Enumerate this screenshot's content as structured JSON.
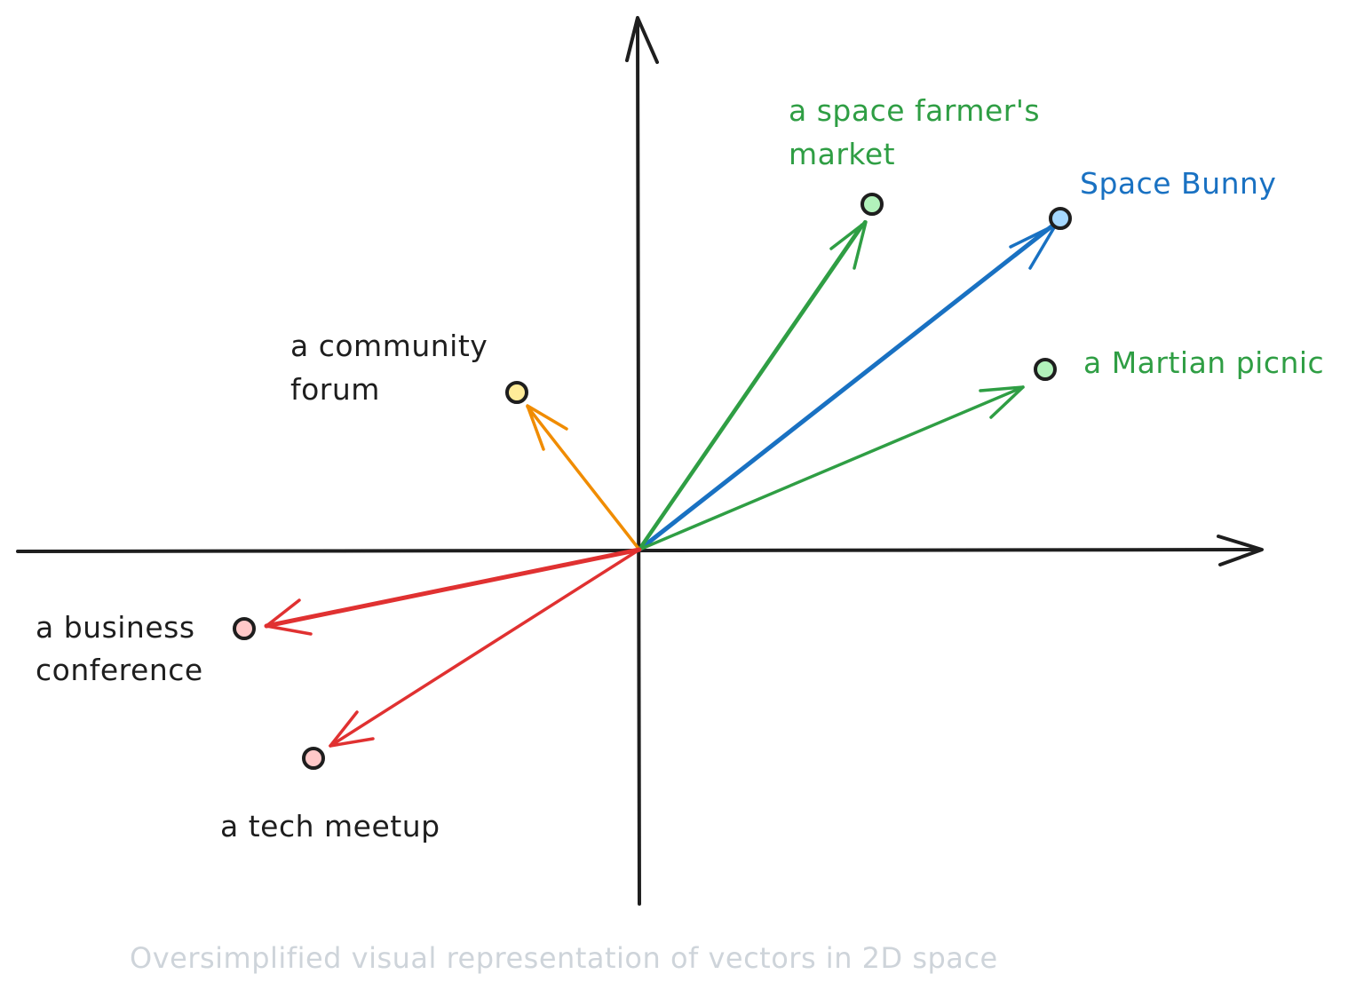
{
  "caption": "Oversimplified visual representation of vectors in 2D space",
  "colors": {
    "axis": "#1e1e1e",
    "blue": "#1971c2",
    "green": "#2f9e44",
    "orange": "#f08c00",
    "red": "#e03131",
    "black_text": "#1e1e1e",
    "caption": "#ced4da",
    "blue_fill": "#a5d8ff",
    "green_fill": "#b2f2bb",
    "yellow_fill": "#ffec99",
    "red_fill": "#ffc9c9"
  },
  "vectors": [
    {
      "id": "space-bunny",
      "label_lines": [
        "Space Bunny"
      ],
      "color": "blue",
      "fill": "blue_fill"
    },
    {
      "id": "space-farmers-market",
      "label_lines": [
        "a space farmer's",
        "market"
      ],
      "color": "green",
      "fill": "green_fill"
    },
    {
      "id": "martian-picnic",
      "label_lines": [
        "a Martian picnic"
      ],
      "color": "green",
      "fill": "green_fill"
    },
    {
      "id": "community-forum",
      "label_lines": [
        "a community",
        "forum"
      ],
      "color": "orange",
      "fill": "yellow_fill"
    },
    {
      "id": "business-conference",
      "label_lines": [
        "a business",
        "conference"
      ],
      "color": "red",
      "fill": "red_fill"
    },
    {
      "id": "tech-meetup",
      "label_lines": [
        "a tech meetup"
      ],
      "color": "red",
      "fill": "red_fill"
    }
  ]
}
